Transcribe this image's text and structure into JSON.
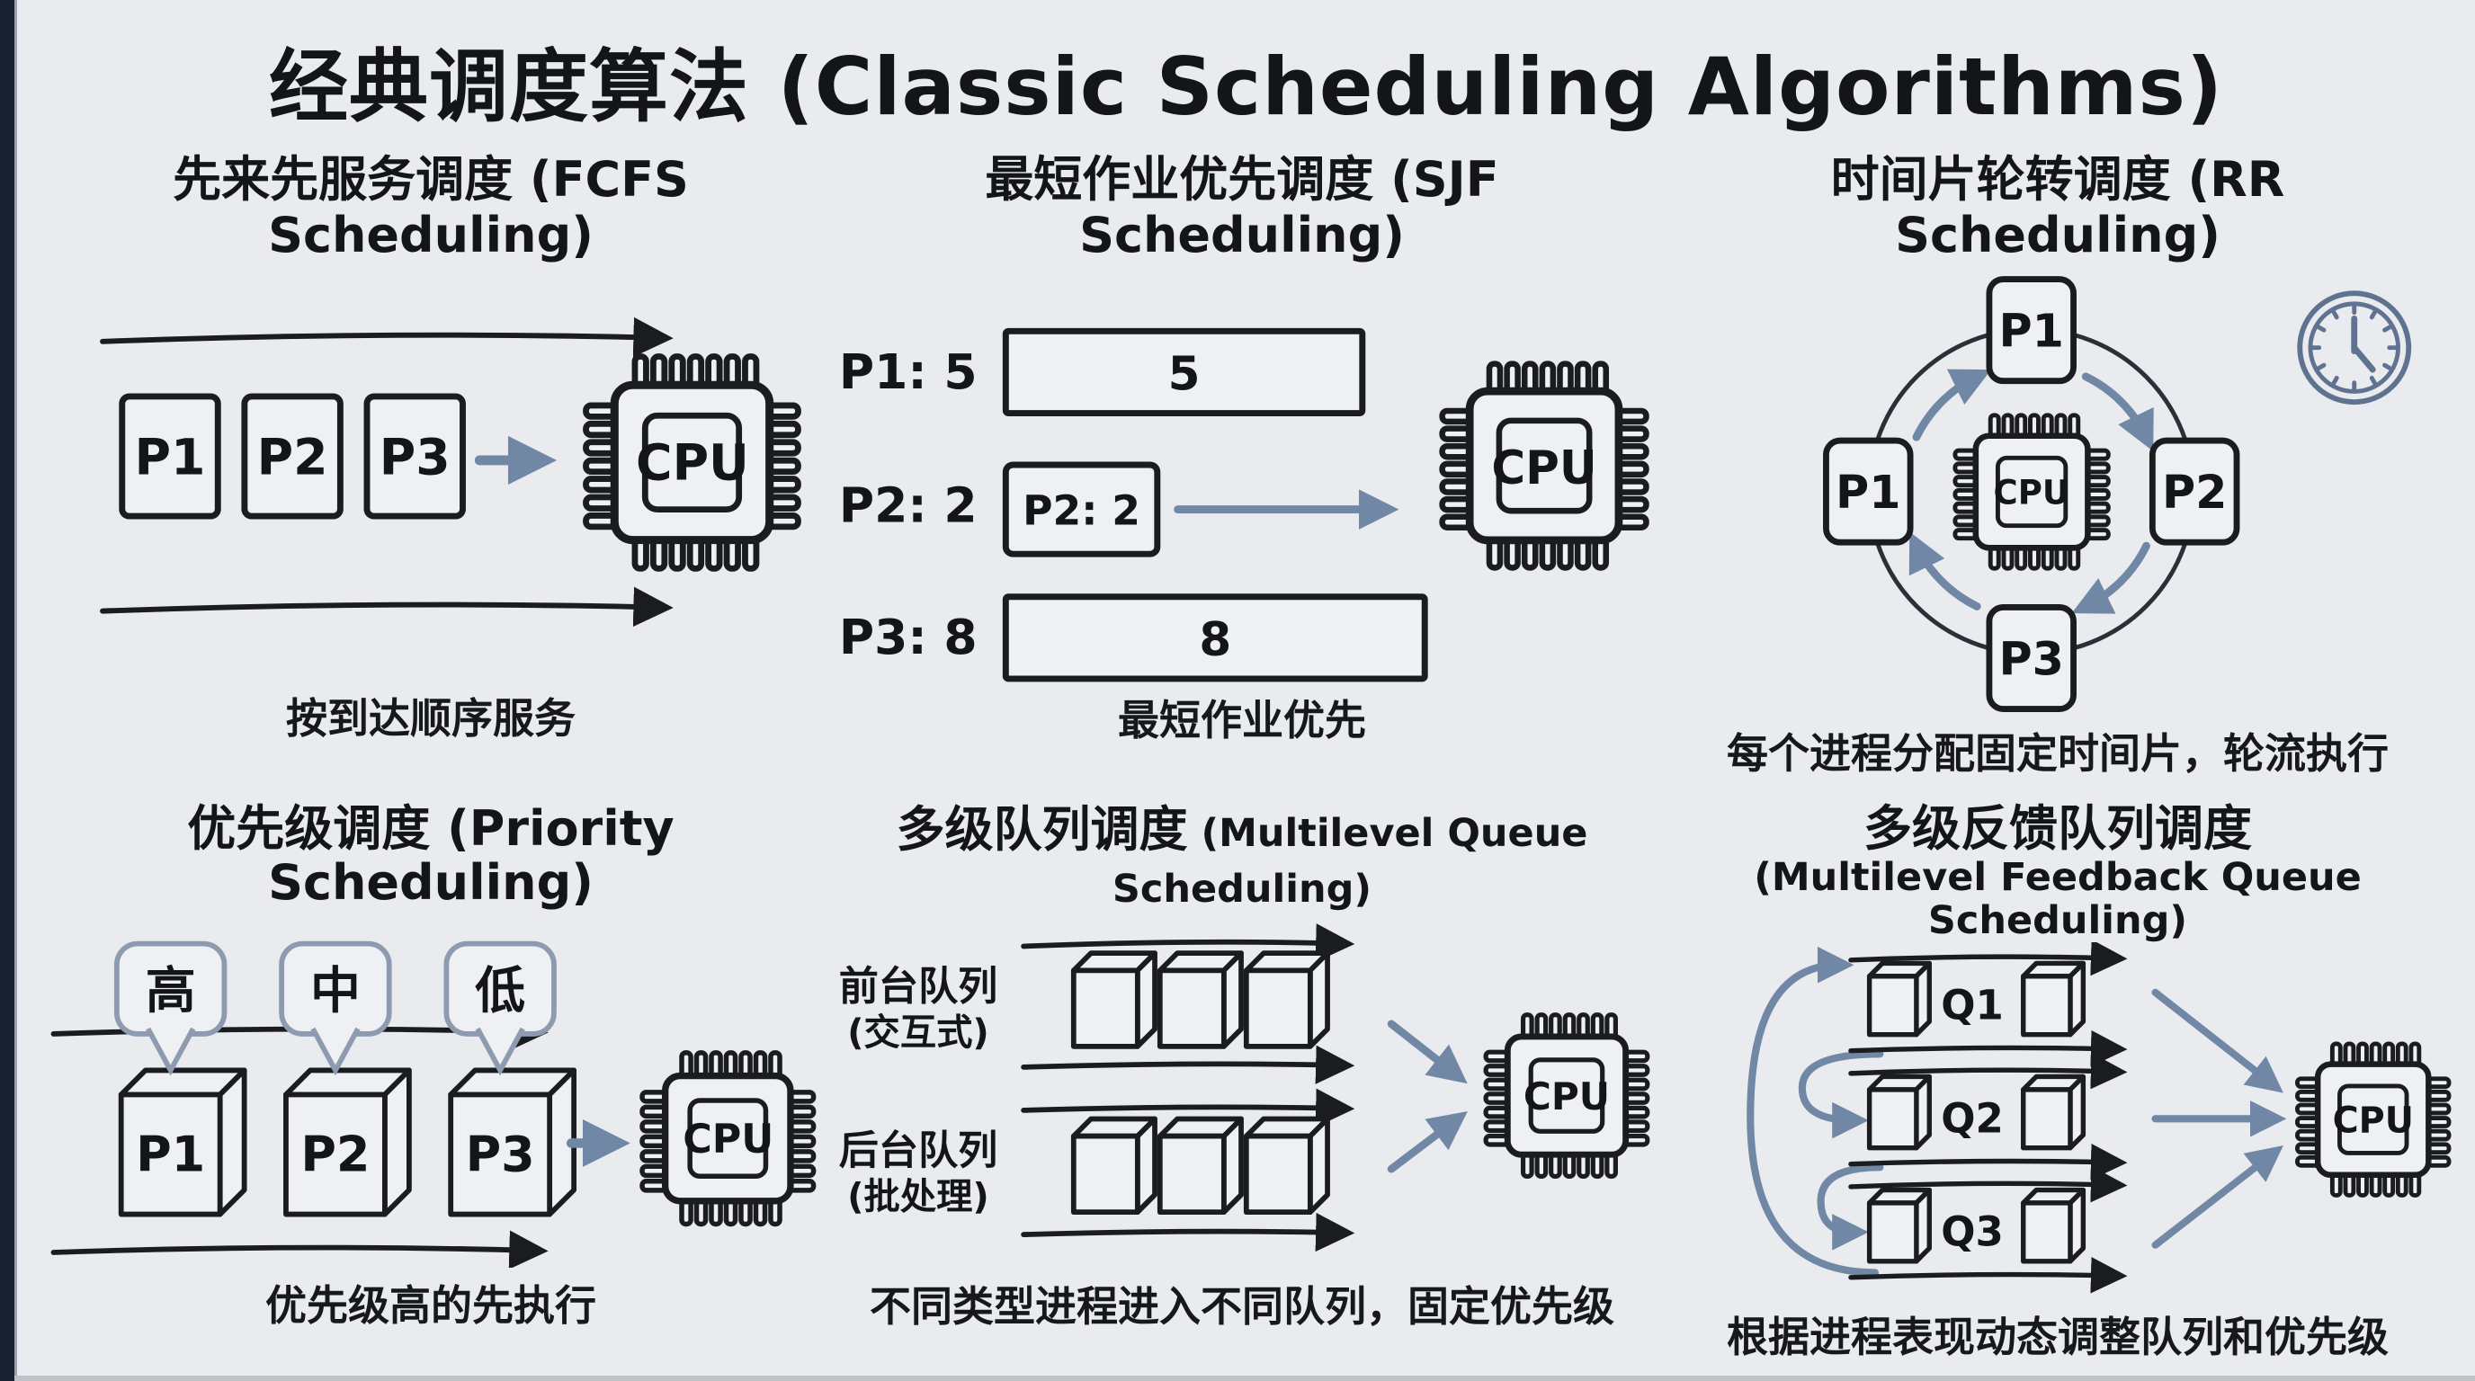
{
  "title": "经典调度算法 (Classic Scheduling Algorithms)",
  "colors": {
    "background": "#e9ebee",
    "ink": "#1b1c1f",
    "accent_blue": "#7187a6",
    "clock_blue": "#5f7391",
    "bubble_outline": "#8d9ab0"
  },
  "fcfs": {
    "heading_zh": "先来先服务调度",
    "heading_en": " (FCFS Scheduling)",
    "processes": [
      "P1",
      "P2",
      "P3"
    ],
    "cpu_label": "CPU",
    "caption": "按到达顺序服务"
  },
  "sjf": {
    "heading_zh": "最短作业优先调度",
    "heading_en": " (SJF Scheduling)",
    "rows": [
      {
        "label": "P1: 5",
        "bar_text": "5"
      },
      {
        "label": "P2: 2",
        "bar_text": "P2: 2"
      },
      {
        "label": "P3: 8",
        "bar_text": "8"
      }
    ],
    "cpu_label": "CPU",
    "caption": "最短作业优先"
  },
  "rr": {
    "heading_zh": "时间片轮转调度",
    "heading_en": " (RR Scheduling)",
    "node_top": "P1",
    "node_right": "P2",
    "node_bottom": "P3",
    "node_left": "P1",
    "cpu_label": "CPU",
    "caption": "每个进程分配固定时间片，轮流执行"
  },
  "priority": {
    "heading_zh": "优先级调度",
    "heading_en": " (Priority Scheduling)",
    "tags": [
      "高",
      "中",
      "低"
    ],
    "processes": [
      "P1",
      "P2",
      "P3"
    ],
    "cpu_label": "CPU",
    "caption": "优先级高的先执行"
  },
  "mlq": {
    "heading_zh": "多级队列调度",
    "heading_en": " (Multilevel Queue Scheduling)",
    "queue1_line1": "前台队列",
    "queue1_line2": "(交互式)",
    "queue2_line1": "后台队列",
    "queue2_line2": "(批处理)",
    "cpu_label": "CPU",
    "caption": "不同类型进程进入不同队列，固定优先级"
  },
  "mlfq": {
    "heading_line1": "多级反馈队列调度",
    "heading_line2": "(Multilevel Feedback Queue Scheduling)",
    "queues": [
      "Q1",
      "Q2",
      "Q3"
    ],
    "cpu_label": "CPU",
    "caption": "根据进程表现动态调整队列和优先级"
  }
}
